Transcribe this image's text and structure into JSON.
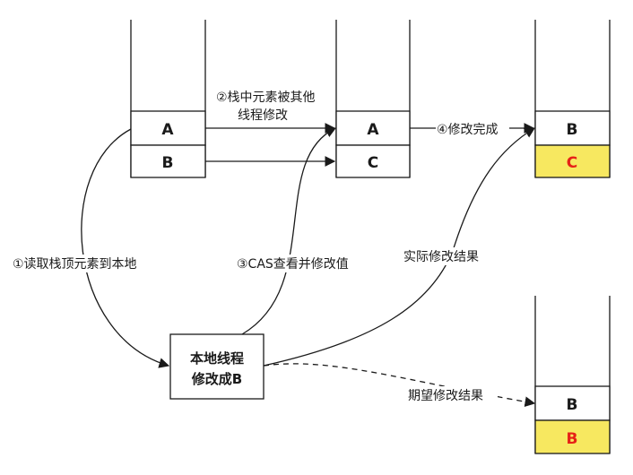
{
  "stack1": {
    "top": "A",
    "second": "B"
  },
  "stack2": {
    "top": "A",
    "second": "C"
  },
  "stack3": {
    "top": "B",
    "second": "C"
  },
  "stack4": {
    "top": "B",
    "second": "B"
  },
  "labels": {
    "step1": "①读取栈顶元素到本地",
    "step2_line1": "②栈中元素被其他",
    "step2_line2": "线程修改",
    "step3": "③CAS查看并修改值",
    "step4": "④修改完成",
    "actual": "实际修改结果",
    "expected": "期望修改结果"
  },
  "local_box": {
    "line1": "本地线程",
    "line2": "修改成B"
  },
  "colors": {
    "highlight": "#f7e860",
    "red_text": "#e62117",
    "line": "#1a1a1a"
  }
}
